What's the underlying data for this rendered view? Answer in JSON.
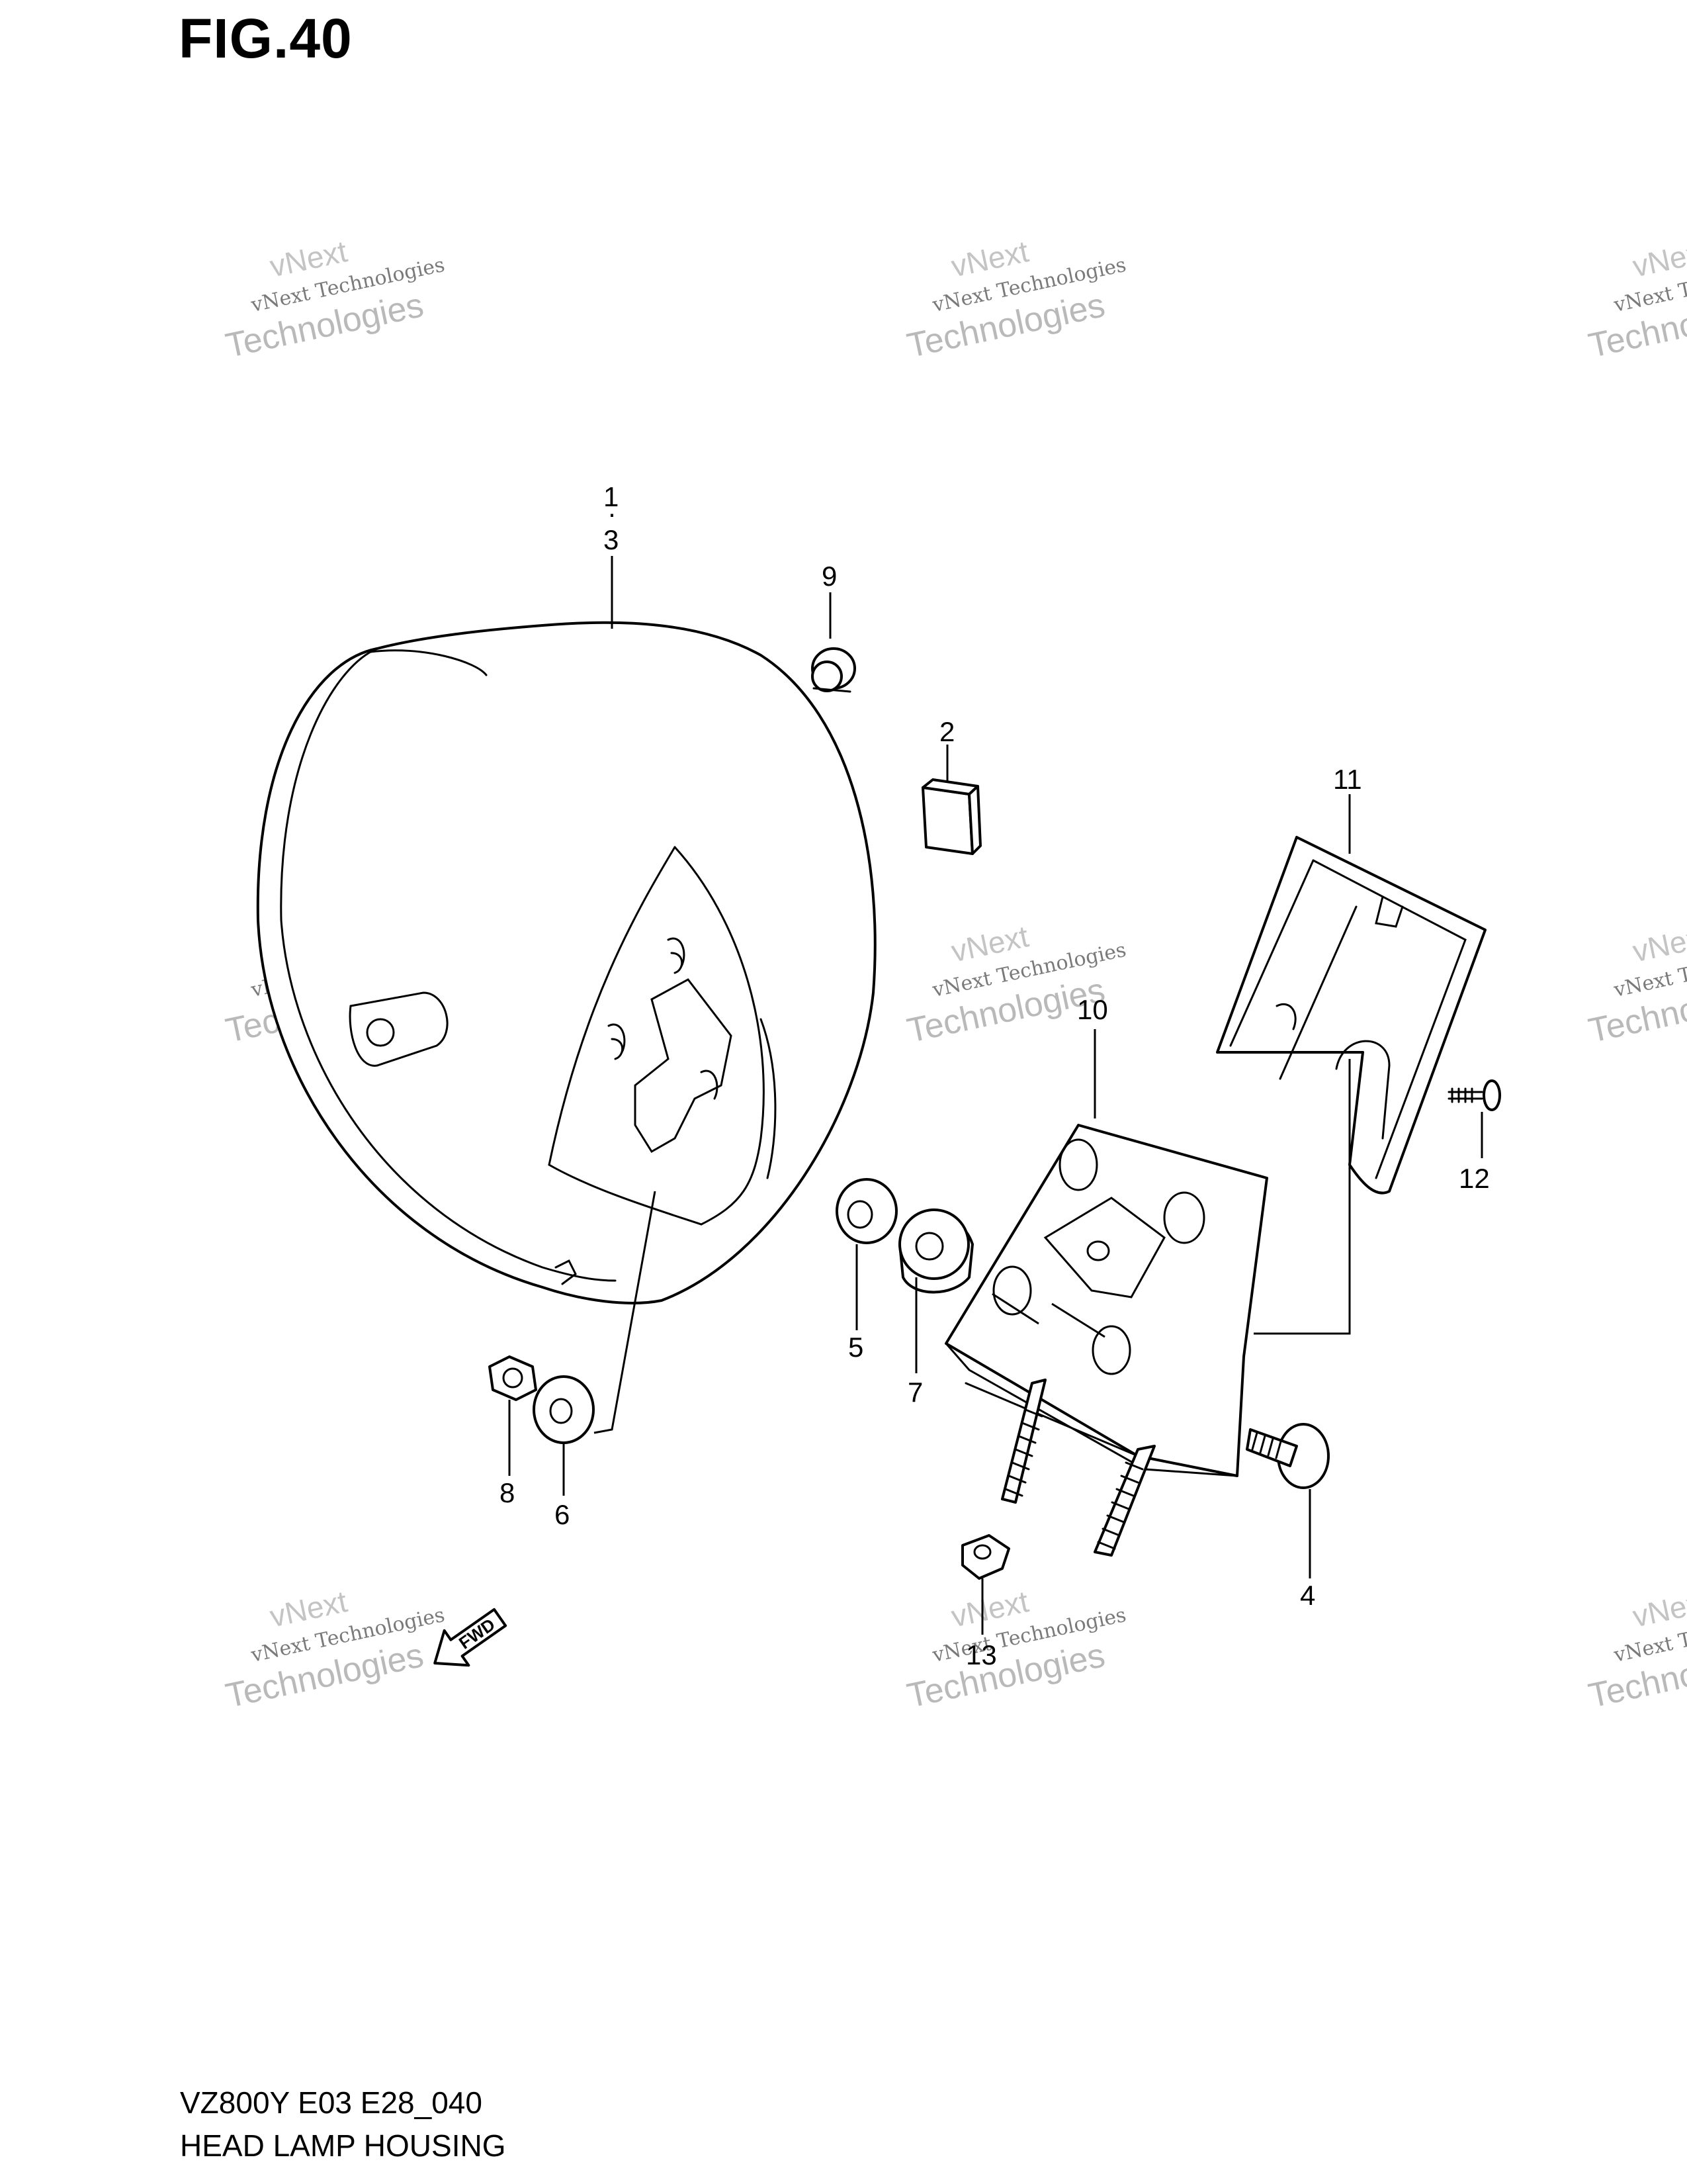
{
  "figure": {
    "title": "FIG.40",
    "model_code": "VZ800Y E03 E28_040",
    "section_name": "HEAD LAMP HOUSING"
  },
  "watermark": {
    "line0": "vNext",
    "line1": "vNext Technologies",
    "line2": "Technologies"
  },
  "fwd_label": "FWD",
  "callouts": {
    "c1": "1",
    "c1_sep": "·",
    "c3": "3",
    "c2": "2",
    "c4": "4",
    "c5": "5",
    "c6": "6",
    "c7": "7",
    "c8": "8",
    "c9": "9",
    "c10": "10",
    "c11": "11",
    "c12": "12",
    "c13": "13"
  }
}
